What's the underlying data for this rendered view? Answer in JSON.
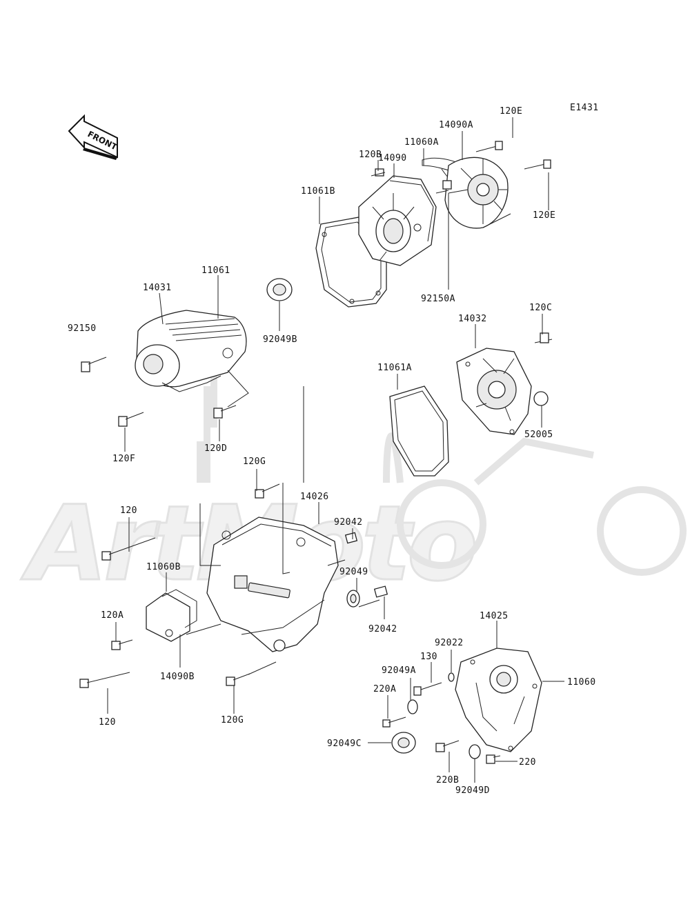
{
  "diagram_code": "E1431",
  "front_arrow_text": "FRONT",
  "watermark_text": "ArtMoto",
  "callouts": [
    {
      "id": "120E-top",
      "text": "120E"
    },
    {
      "id": "14090A",
      "text": "14090A"
    },
    {
      "id": "11060A",
      "text": "11060A"
    },
    {
      "id": "14090",
      "text": "14090"
    },
    {
      "id": "120B",
      "text": "120B"
    },
    {
      "id": "11061B",
      "text": "11061B"
    },
    {
      "id": "120E-right",
      "text": "120E"
    },
    {
      "id": "92150A",
      "text": "92150A"
    },
    {
      "id": "11061",
      "text": "11061"
    },
    {
      "id": "14031",
      "text": "14031"
    },
    {
      "id": "92150",
      "text": "92150"
    },
    {
      "id": "92049B",
      "text": "92049B"
    },
    {
      "id": "120C",
      "text": "120C"
    },
    {
      "id": "14032",
      "text": "14032"
    },
    {
      "id": "11061A",
      "text": "11061A"
    },
    {
      "id": "52005",
      "text": "52005"
    },
    {
      "id": "120D",
      "text": "120D"
    },
    {
      "id": "120F",
      "text": "120F"
    },
    {
      "id": "120G-top",
      "text": "120G"
    },
    {
      "id": "14026",
      "text": "14026"
    },
    {
      "id": "120-top",
      "text": "120"
    },
    {
      "id": "92042-top",
      "text": "92042"
    },
    {
      "id": "92049",
      "text": "92049"
    },
    {
      "id": "11060B",
      "text": "11060B"
    },
    {
      "id": "120A",
      "text": "120A"
    },
    {
      "id": "92042-bottom",
      "text": "92042"
    },
    {
      "id": "14090B",
      "text": "14090B"
    },
    {
      "id": "14025",
      "text": "14025"
    },
    {
      "id": "92022",
      "text": "92022"
    },
    {
      "id": "130",
      "text": "130"
    },
    {
      "id": "92049A",
      "text": "92049A"
    },
    {
      "id": "11060",
      "text": "11060"
    },
    {
      "id": "220A",
      "text": "220A"
    },
    {
      "id": "120-bottom",
      "text": "120"
    },
    {
      "id": "120G-bottom",
      "text": "120G"
    },
    {
      "id": "92049C",
      "text": "92049C"
    },
    {
      "id": "220",
      "text": "220"
    },
    {
      "id": "220B",
      "text": "220B"
    },
    {
      "id": "92049D",
      "text": "92049D"
    }
  ]
}
